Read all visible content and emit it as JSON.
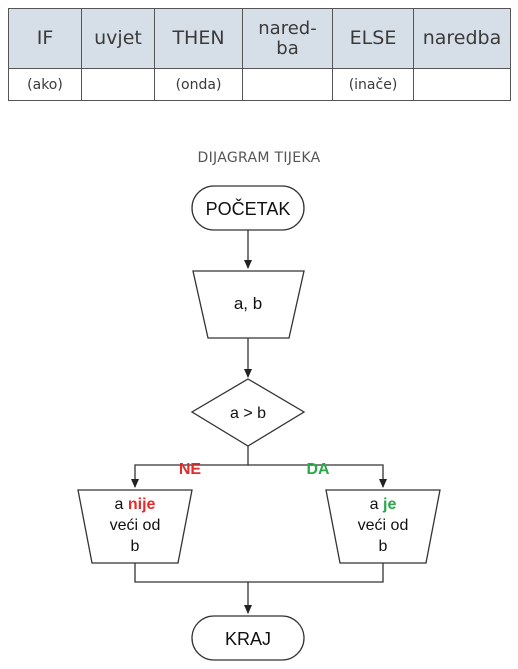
{
  "syntax_table": {
    "headers": [
      "IF",
      "uvjet",
      "THEN",
      "nared-",
      "ba",
      "ELSE",
      "naredba"
    ],
    "notes": [
      "(ako)",
      "",
      "(onda)",
      "",
      "(inače)",
      ""
    ]
  },
  "flowchart": {
    "title": "DIJAGRAM TIJEKA",
    "start_label": "POČETAK",
    "input_label": "a, b",
    "condition_label": "a > b",
    "no_label": "NE",
    "yes_label": "DA",
    "left_output": {
      "line1_prefix": "a ",
      "line1_highlight": "nije",
      "line2": "veći od",
      "line3": "b"
    },
    "right_output": {
      "line1_prefix": "a ",
      "line1_highlight": "je",
      "line2": "veći od",
      "line3": "b"
    },
    "end_label": "KRAJ",
    "colors": {
      "no": "#e52a2a",
      "yes": "#2aa84a",
      "header_bg": "#d6dfe8",
      "stroke": "#3a3a3a"
    }
  }
}
